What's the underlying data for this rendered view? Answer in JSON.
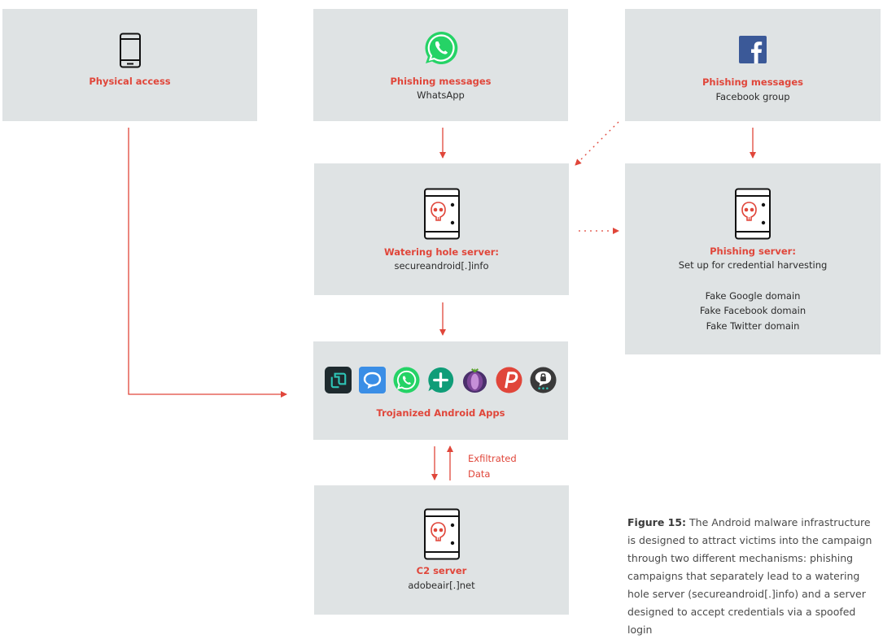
{
  "boxes": {
    "physical": {
      "title": "Physical access",
      "icon": "phone-icon"
    },
    "whatsapp": {
      "title": "Phishing messages",
      "subtitle": "WhatsApp",
      "icon": "whatsapp-icon"
    },
    "facebook": {
      "title": "Phishing messages",
      "subtitle": "Facebook group",
      "icon": "facebook-icon"
    },
    "watering": {
      "title": "Watering hole server:",
      "subtitle": "secureandroid[.]info",
      "icon": "skull-server-icon"
    },
    "phishsrv": {
      "title": "Phishing server:",
      "subtitle": "Set up for credential harvesting",
      "domains": [
        "Fake Google domain",
        "Fake Facebook domain",
        "Fake Twitter domain"
      ],
      "icon": "skull-server-icon"
    },
    "apps": {
      "title": "Trojanized Android Apps",
      "apps": [
        "signal-like-icon",
        "message-icon",
        "whatsapp-icon",
        "plus-messenger-icon",
        "orbot-icon",
        "psiphon-icon",
        "chat-secure-icon"
      ]
    },
    "c2": {
      "title": "C2 server",
      "subtitle": "adobeair[.]net",
      "icon": "skull-server-icon"
    }
  },
  "exfil_label": {
    "line1": "Exfiltrated",
    "line2": "Data"
  },
  "caption": {
    "figure": "Figure 15:",
    "text": "The Android malware infrastructure is designed to attract victims into the campaign through two different mechanisms: phishing campaigns that separately lead to a watering hole server (secureandroid[.]info) and a server designed to accept credentials via a spoofed login"
  },
  "colors": {
    "accent": "#e0463a",
    "box": "#dfe3e4",
    "text": "#2b2b2b",
    "whatsapp": "#25d366",
    "facebook": "#3b5998"
  }
}
